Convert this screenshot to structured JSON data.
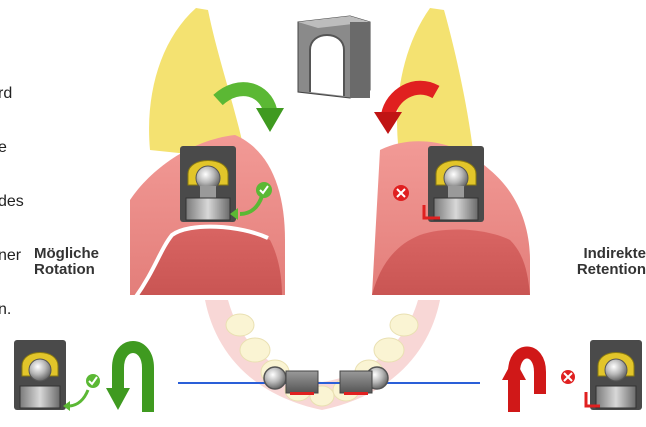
{
  "intro_text_fragments": [
    "rd",
    "e",
    "des",
    "ner",
    "n."
  ],
  "labels": {
    "left_line1": "Mögliche",
    "left_line2": "Rotation",
    "right_line1": "Indirekte",
    "right_line2": "Retention"
  },
  "colors": {
    "ok": "#5bb834",
    "bad": "#e02020",
    "gum": "#f08a87",
    "tooth": "#f4e271",
    "gold": "#e2c52a",
    "line": "#2a5fd8"
  },
  "icons": [
    "check-icon",
    "cross-icon",
    "green-curved-arrow-icon",
    "red-curved-arrow-icon",
    "green-u-arrow-icon",
    "red-u-arrow-icon",
    "attachment-matrix-icon"
  ]
}
